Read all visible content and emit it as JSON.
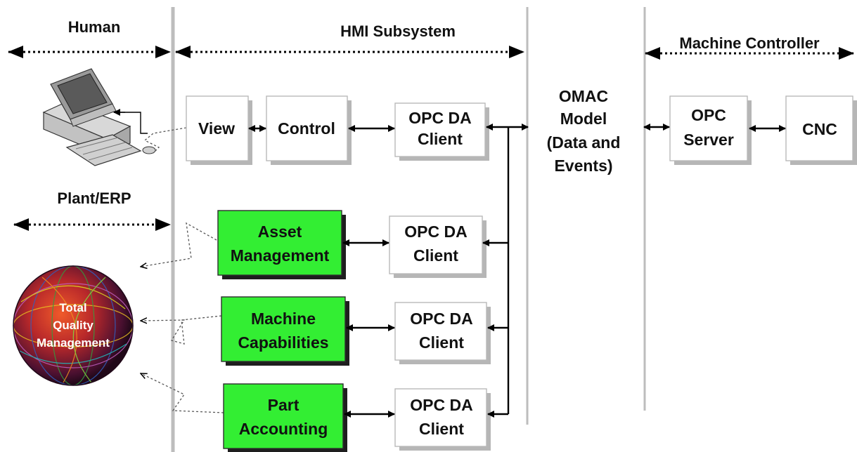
{
  "headers": {
    "human": "Human",
    "hmi_subsystem": "HMI Subsystem",
    "machine_controller": "Machine Controller",
    "plant_erp": "Plant/ERP"
  },
  "blocks": {
    "view": "View",
    "control": "Control",
    "opc_da_client": [
      "OPC DA",
      "Client"
    ],
    "omac_model": [
      "OMAC",
      "Model",
      "(Data and",
      "Events)"
    ],
    "opc_server": [
      "OPC",
      "Server"
    ],
    "cnc": "CNC",
    "asset_management": [
      "Asset",
      "Management"
    ],
    "machine_capabilities": [
      "Machine",
      "Capabilities"
    ],
    "part_accounting": [
      "Part",
      "Accounting"
    ],
    "total_quality_management": [
      "Total",
      "Quality",
      "Management"
    ]
  },
  "colors": {
    "green_box": "#33ee33",
    "separator": "#bdbdbd",
    "globe": "#7a1420"
  },
  "icons": [
    "computer-icon",
    "globe-icon"
  ]
}
